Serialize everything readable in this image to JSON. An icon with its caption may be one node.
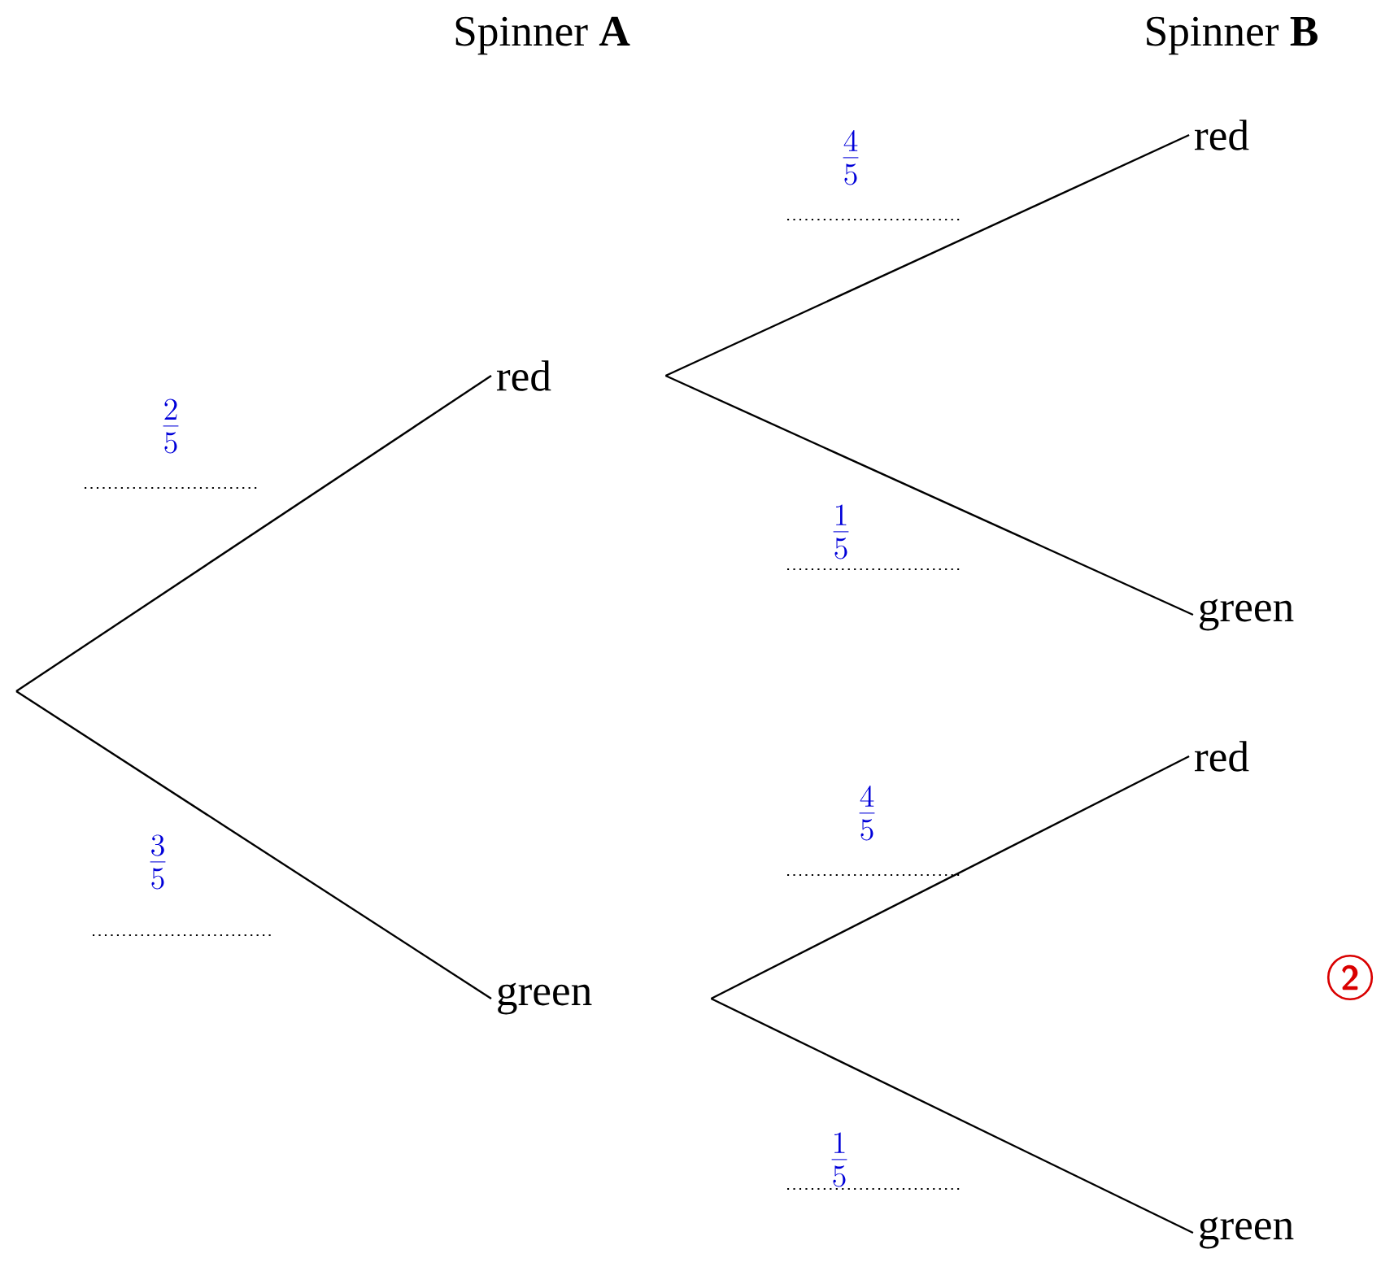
{
  "diagram": {
    "nodes": [
      {
        "text": [
          "red"
        ]
      },
      {
        "text": [
          "green"
        ]
      },
      {
        "text": [
          "red"
        ]
      },
      {
        "text": [
          "green"
        ]
      },
      {
        "text": [
          "red"
        ]
      },
      {
        "text": [
          "green"
        ]
      }
    ],
    "edges": [
      {
        "from": null,
        "to": 0,
        "arrow": "none",
        "label": "\\frac{2}{5}"
      },
      {
        "from": null,
        "to": 1,
        "arrow": "none",
        "label": "\\frac{3}{5}"
      },
      {
        "from": 0,
        "to": 2,
        "arrow": "none",
        "label": "\\frac{4}{5}"
      },
      {
        "from": 0,
        "to": 3,
        "arrow": "none",
        "label": "\\frac{1}{5}"
      },
      {
        "from": 1,
        "to": 4,
        "arrow": "none",
        "label": "\\frac{4}{5}"
      },
      {
        "from": 1,
        "to": 5,
        "arrow": "none",
        "label": "\\frac{1}{5}"
      }
    ],
    "labels": [
      "Spinner **A**",
      "Spinner **B**",
      "2"
    ]
  }
}
